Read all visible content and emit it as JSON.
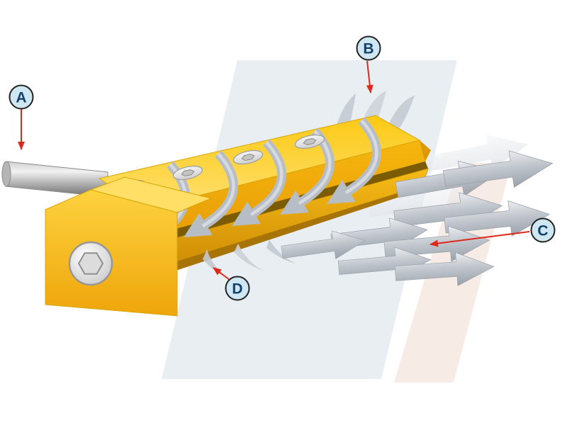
{
  "callouts": [
    {
      "letter": "A"
    },
    {
      "letter": "B"
    },
    {
      "letter": "C"
    },
    {
      "letter": "D"
    }
  ],
  "colors": {
    "device_yellow": "#f5b40c",
    "device_yellow_light": "#ffd94f",
    "airflow_gray": "#b7bdc5",
    "airflow_gray_light": "#d9dde2",
    "callout_red": "#e0281a",
    "callout_circle_fill": "#cfe7f2",
    "callout_letter": "#14406b",
    "background_band_blue": "#e9eef3",
    "background_band_pink": "#f7ebe5",
    "pipe_gray": "#a9a9a9",
    "slot_dark": "#7c5c02"
  }
}
